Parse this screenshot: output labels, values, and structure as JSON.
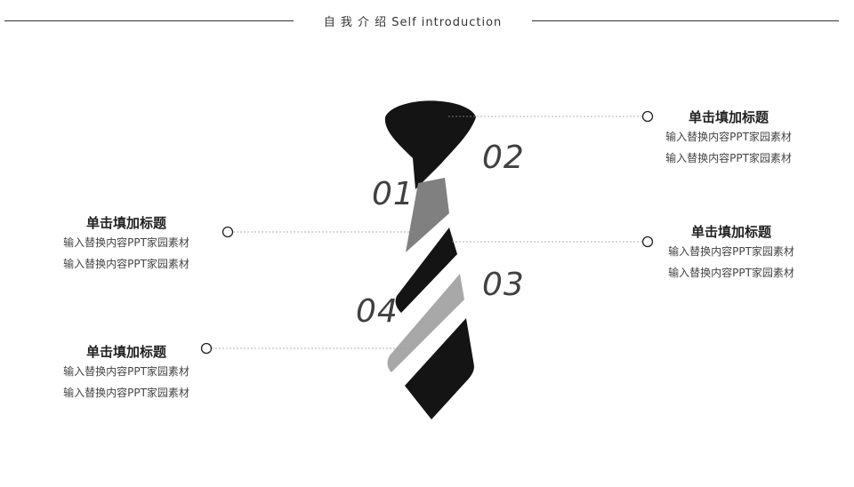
{
  "header": {
    "title": "自 我 介 绍  Self introduction"
  },
  "numbers": [
    "01",
    "02",
    "03",
    "04"
  ],
  "items": [
    {
      "title": "单击填加标题",
      "lines": [
        "输入替换内容PPT家园素材",
        "输入替换内容PPT家园素材"
      ]
    },
    {
      "title": "单击填加标题",
      "lines": [
        "输入替换内容PPT家园素材",
        "输入替换内容PPT家园素材"
      ]
    },
    {
      "title": "单击填加标题",
      "lines": [
        "输入替换内容PPT家园素材",
        "输入替换内容PPT家园素材"
      ]
    },
    {
      "title": "单击填加标题",
      "lines": [
        "输入替换内容PPT家园素材",
        "输入替换内容PPT家园素材"
      ]
    }
  ],
  "colors": {
    "dark": "#141414",
    "mid": "#808080",
    "light": "#a8a8a8",
    "line": "#999999"
  }
}
